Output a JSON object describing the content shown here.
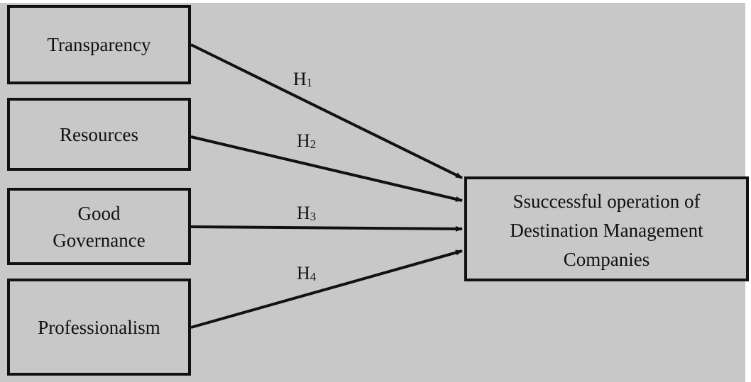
{
  "diagram": {
    "predictors": [
      {
        "label": "Transparency"
      },
      {
        "label": "Resources"
      },
      {
        "label_lines": [
          "Good",
          "Governance"
        ]
      },
      {
        "label": "Professionalism"
      }
    ],
    "outcome": {
      "label_lines": [
        "Ssuccessful operation of",
        "Destination Management",
        "Companies"
      ]
    },
    "hypotheses": [
      {
        "letter": "H",
        "number": "1"
      },
      {
        "letter": "H",
        "number": "2"
      },
      {
        "letter": "H",
        "number": "3"
      },
      {
        "letter": "H",
        "number": "4"
      }
    ]
  },
  "colors": {
    "background": "#c8c8c8",
    "stroke": "#111111"
  }
}
